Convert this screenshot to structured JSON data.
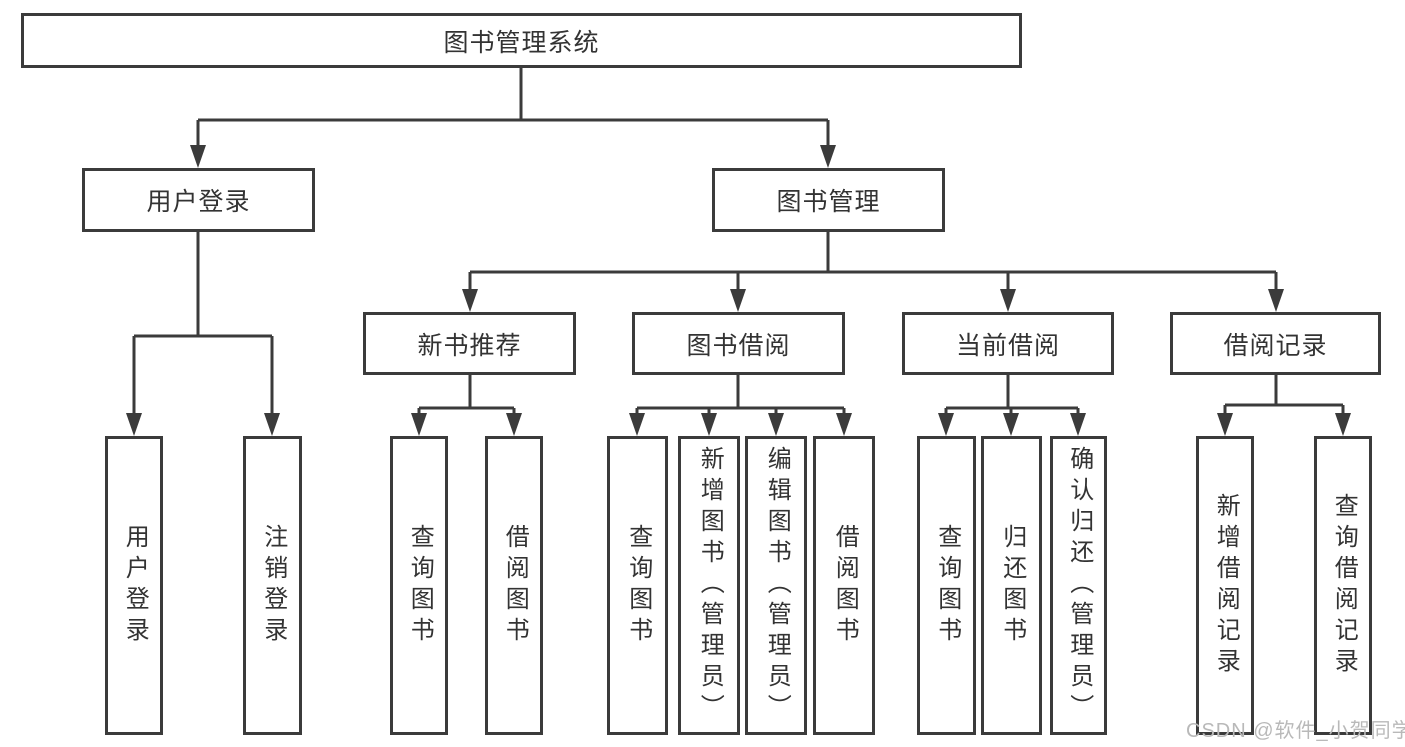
{
  "diagram": {
    "type": "hierarchy-tree",
    "title": "图书管理系统"
  },
  "colors": {
    "line": "#3b3b3b",
    "text": "#333333",
    "box_background": "#ffffff",
    "watermark": "#b9b9b9"
  },
  "tree": {
    "root": "图书管理系统",
    "branches": [
      {
        "label": "用户登录",
        "children": [
          "用户登录",
          "注销登录"
        ]
      },
      {
        "label": "图书管理",
        "children": [
          {
            "label": "新书推荐",
            "children": [
              "查询图书",
              "借阅图书"
            ]
          },
          {
            "label": "图书借阅",
            "children": [
              "查询图书",
              "新增图书（管理员）",
              "编辑图书（管理员）",
              "借阅图书"
            ]
          },
          {
            "label": "当前借阅",
            "children": [
              "查询图书",
              "归还图书",
              "确认归还（管理员）"
            ]
          },
          {
            "label": "借阅记录",
            "children": [
              "新增借阅记录",
              "查询借阅记录"
            ]
          }
        ]
      }
    ]
  },
  "watermark": "CSDN @软件_小贺同学"
}
